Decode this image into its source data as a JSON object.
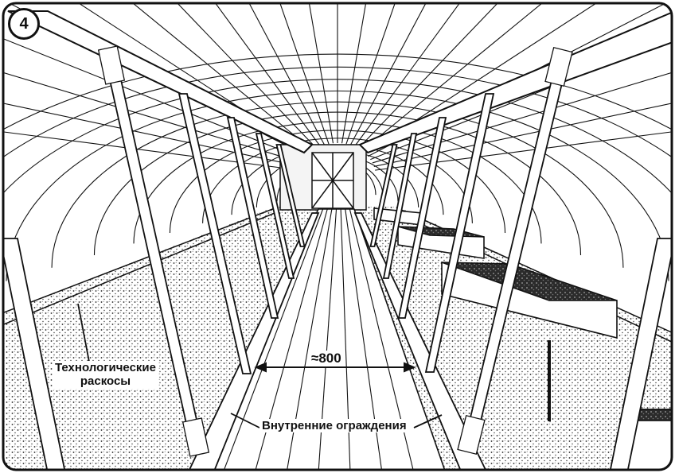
{
  "figure": {
    "number": "4",
    "labels": {
      "braces_line1": "Технологические",
      "braces_line2": "раскосы",
      "walkway_width": "≈800",
      "inner_railings": "Внутренние ограждения"
    }
  }
}
